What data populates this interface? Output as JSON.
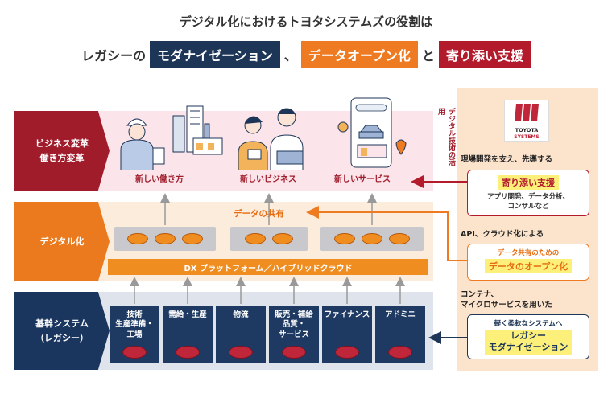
{
  "title": {
    "line1": "デジタル化におけるトヨタシステムズの役割は",
    "prefix": "レガシーの",
    "hl1": "モダナイゼーション",
    "sep1": "、",
    "hl2": "データオープン化",
    "sep2": "と",
    "hl3": "寄り添い支援"
  },
  "rows": {
    "business": "ビジネス変革\n働き方変革",
    "digital": "デジタル化",
    "core": "基幹システム\n（レガシー）"
  },
  "top_captions": [
    "新しい働き方",
    "新しいビジネス",
    "新しいサービス"
  ],
  "vertical_label": "デジタル技術の活用",
  "data_share": "データの共有",
  "dx_platform": "DX プラットフォーム／ハイブリッドクラウド",
  "systems": [
    "技術\n生産準備・\n工場",
    "需給・生産",
    "物流",
    "販売・補給\n品質・\nサービス",
    "ファイナンス",
    "アドミニ"
  ],
  "logo": {
    "line1": "TOYOTA",
    "line2": "SYSTEMS"
  },
  "right": {
    "head1": "現場開発を支え、先導する",
    "box1_tag": "寄り添い支援",
    "box1_sub": "アプリ開発、データ分析、\nコンサルなど",
    "head2": "API、クラウド化による",
    "box2_sub": "データ共有のための",
    "box2_tag": "データのオープン化",
    "head3": "コンテナ、\nマイクロサービスを用いた",
    "box3_sub": "軽く柔軟なシステムへ",
    "box3_tag": "レガシー\nモダナイゼーション"
  },
  "colors": {
    "navy": "#1d3557",
    "orange": "#ee7a21",
    "red": "#b31b2c",
    "pink_bg": "#fbe4ea",
    "peach_bg": "#fcecdc",
    "gray_bg": "#dfe4ec"
  },
  "icons": [
    "worker-icon",
    "factory-icon",
    "business-people-icon",
    "smartphone-service-icon",
    "toyota-systems-logo",
    "database-icon"
  ]
}
